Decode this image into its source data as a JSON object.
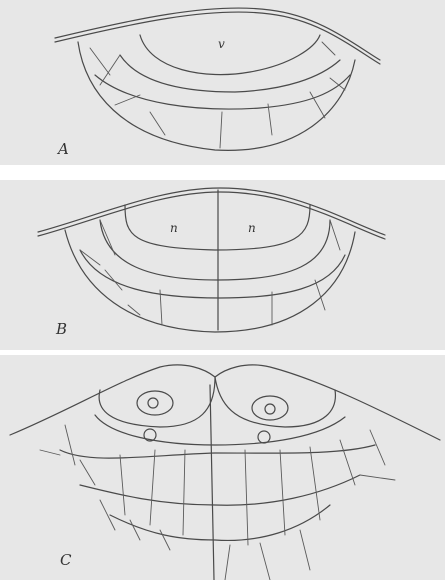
{
  "figure": {
    "panels": [
      {
        "id": "a",
        "label": "A",
        "cell_labels": [
          "v"
        ]
      },
      {
        "id": "b",
        "label": "B",
        "cell_labels": [
          "n",
          "n"
        ]
      },
      {
        "id": "c",
        "label": "C",
        "cell_labels": []
      }
    ]
  }
}
